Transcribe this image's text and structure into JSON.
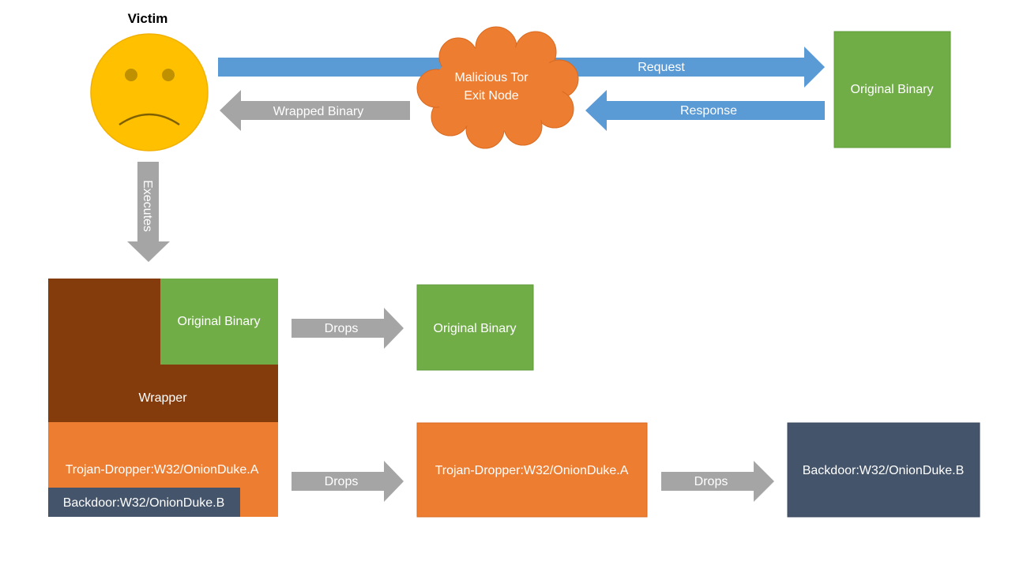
{
  "labels": {
    "victim": "Victim",
    "request": "Request",
    "response": "Response",
    "wrapped_binary": "Wrapped Binary",
    "exit_node_line1": "Malicious Tor",
    "exit_node_line2": "Exit Node",
    "original_binary_top": "Original Binary",
    "executes": "Executes",
    "wrapper_original_binary": "Original Binary",
    "wrapper": "Wrapper",
    "wrapper_trojan": "Trojan-Dropper:W32/OnionDuke.A",
    "wrapper_backdoor": "Backdoor:W32/OnionDuke.B",
    "drops_1": "Drops",
    "drops_2": "Drops",
    "drops_3": "Drops",
    "dropped_original_binary": "Original Binary",
    "dropped_trojan": "Trojan-Dropper:W32/OnionDuke.A",
    "dropped_backdoor": "Backdoor:W32/OnionDuke.B"
  },
  "colors": {
    "blue_arrow": "#5b9bd5",
    "gray_arrow": "#a5a5a5",
    "green": "#70ad47",
    "orange": "#ed7d31",
    "brown": "#843c0c",
    "navy": "#44546a",
    "face": "#ffc000"
  }
}
